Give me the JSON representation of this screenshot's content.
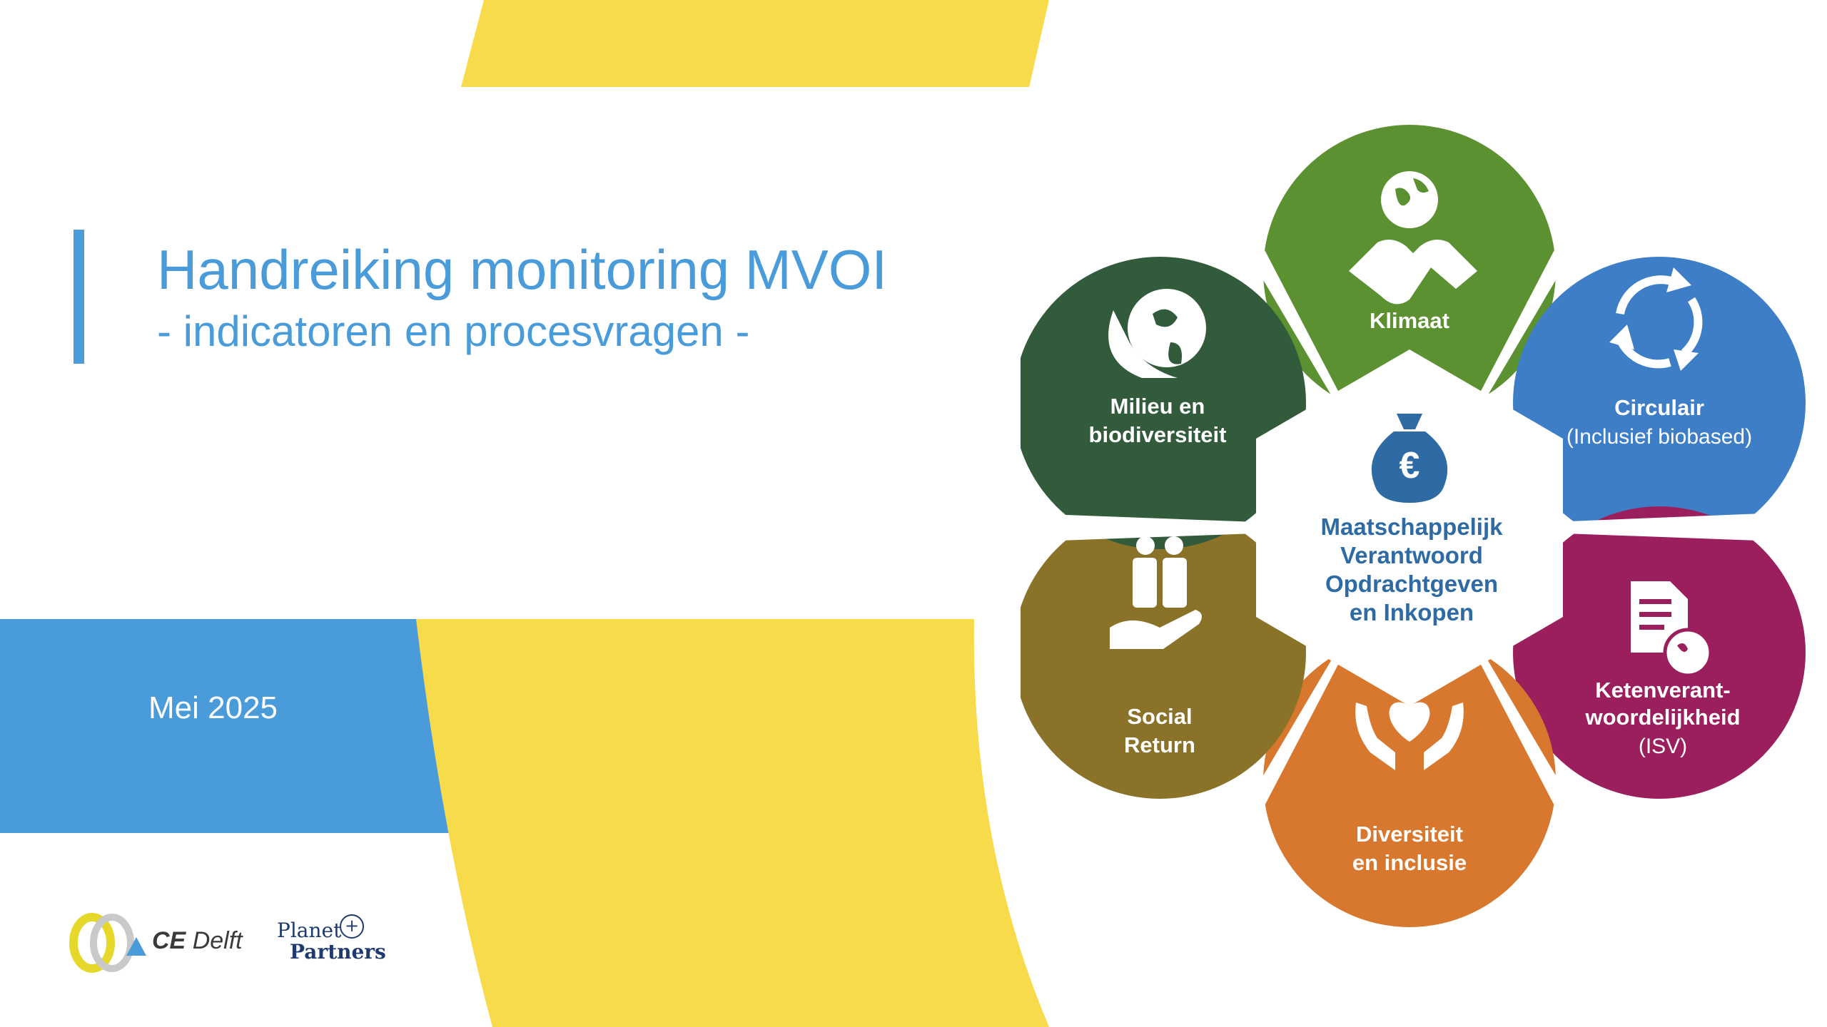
{
  "slide": {
    "title": "Handreiking monitoring MVOI",
    "subtitle": "- indicatoren en procesvragen -",
    "date": "Mei 2025"
  },
  "colors": {
    "yellow": "#f7db4b",
    "blue": "#4a9bd9",
    "klimaat": "#5b9130",
    "circulair": "#3d7ec7",
    "keten": "#9c1f5d",
    "diversiteit": "#d8782e",
    "social": "#8b7229",
    "milieu": "#325b3b",
    "center_text": "#2e6aa3"
  },
  "logos": {
    "ce_delft": {
      "bold": "CE",
      "rest": "Delft"
    },
    "planet_partners": {
      "line1": "Planet",
      "plus": "+",
      "line2": "Partners"
    }
  },
  "wheel": {
    "center": {
      "icon": "money-bag-euro-icon",
      "lines": [
        "Maatschappelijk",
        "Verantwoord",
        "Opdrachtgeven",
        "en Inkopen"
      ]
    },
    "segments": [
      {
        "key": "klimaat",
        "icon": "globe-handshake-icon",
        "lines": [
          "Klimaat"
        ],
        "sub": ""
      },
      {
        "key": "circulair",
        "icon": "recycle-arrows-icon",
        "lines": [
          "Circulair"
        ],
        "sub": "(Inclusief biobased)"
      },
      {
        "key": "keten",
        "icon": "document-globe-icon",
        "lines": [
          "Ketenverant-",
          "woordelijkheid"
        ],
        "sub": "(ISV)"
      },
      {
        "key": "diversiteit",
        "icon": "heart-hands-icon",
        "lines": [
          "Diversiteit",
          "en inclusie"
        ],
        "sub": ""
      },
      {
        "key": "social",
        "icon": "people-hand-icon",
        "lines": [
          "Social",
          "Return"
        ],
        "sub": ""
      },
      {
        "key": "milieu",
        "icon": "leaf-globe-icon",
        "lines": [
          "Milieu en",
          "biodiversiteit"
        ],
        "sub": ""
      }
    ]
  }
}
